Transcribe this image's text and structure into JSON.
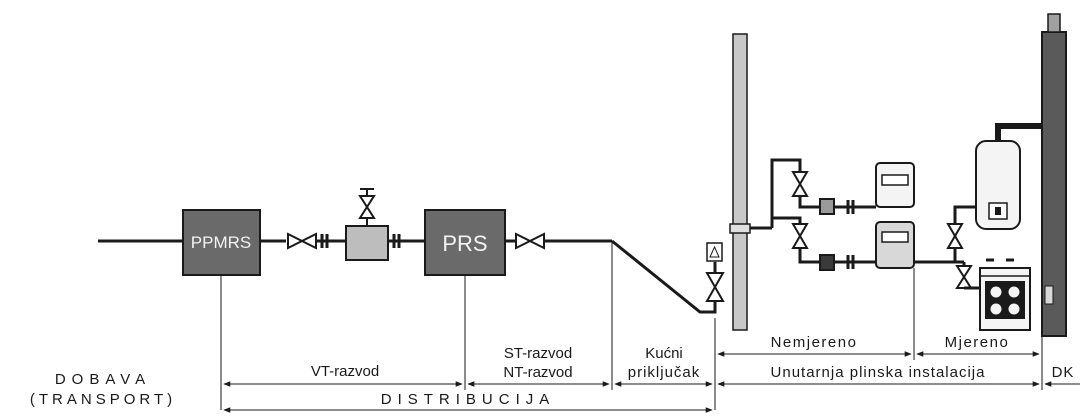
{
  "boxes": {
    "ppmrs": "PPMRS",
    "prs": "PRS"
  },
  "labels": {
    "vt_razvod": "VT-razvod",
    "st_razvod": "ST-razvod",
    "nt_razvod": "NT-razvod",
    "kucni": "Kućni",
    "prikljucak": "priključak",
    "nemjereno": "Nemjereno",
    "mjereno": "Mjereno",
    "unutarnja": "Unutarnja plinska instalacija",
    "dk": "DK",
    "dobava": "DOBAVA",
    "transport": "(TRANSPORT)",
    "distribucija": "DISTRIBUCIJA"
  }
}
